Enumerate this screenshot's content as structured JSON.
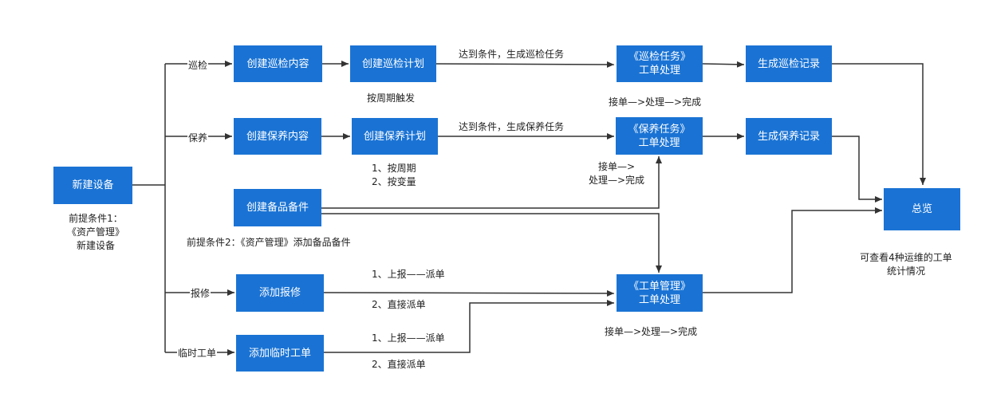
{
  "boxes": {
    "new_device": "新建设备",
    "create_inspection_content": "创建巡检内容",
    "create_inspection_plan": "创建巡检计划",
    "inspection_task_line1": "《巡检任务》",
    "inspection_task_line2": "工单处理",
    "gen_inspection_record": "生成巡检记录",
    "create_maintenance_content": "创建保养内容",
    "create_maintenance_plan": "创建保养计划",
    "maintenance_task_line1": "《保养任务》",
    "maintenance_task_line2": "工单处理",
    "gen_maintenance_record": "生成保养记录",
    "create_spare_parts": "创建备品备件",
    "add_repair": "添加报修",
    "add_temp_work": "添加临时工单",
    "work_order_mgmt_line1": "《工单管理》",
    "work_order_mgmt_line2": "工单处理",
    "overview": "总览"
  },
  "labels": {
    "branch_inspection": "巡检",
    "branch_maintenance": "保养",
    "branch_repair": "报修",
    "branch_temp": "临时工单",
    "precond1_line1": "前提条件1：",
    "precond1_line2": "《资产管理》",
    "precond1_line3": "新建设备",
    "inspection_trigger": "达到条件，生成巡检任务",
    "periodic_trigger": "按周期触发",
    "inspection_flow": "接单—>处理—>完成",
    "maintenance_trigger": "达到条件，生成保养任务",
    "maint_opt1": "1、按周期",
    "maint_opt2": "2、按变量",
    "maint_flow_line1": "接单—>",
    "maint_flow_line2": "处理—>完成",
    "precond2": "前提条件2：《资产管理》添加备品备件",
    "repair_opt1": "1、上报——派单",
    "repair_opt2": "2、直接派单",
    "temp_opt1": "1、上报——派单",
    "temp_opt2": "2、直接派单",
    "work_order_flow": "接单—>处理—>完成",
    "overview_note_line1": "可查看4种运维的工单",
    "overview_note_line2": "统计情况"
  }
}
